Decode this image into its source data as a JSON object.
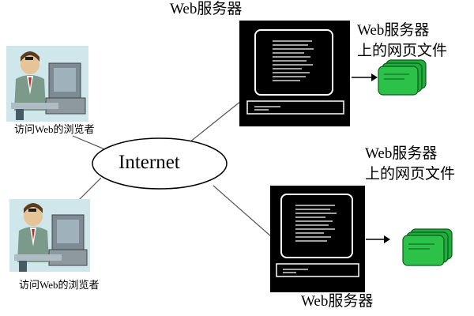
{
  "labels": {
    "server_top": "Web服务器",
    "server_top_files": [
      "Web服务器",
      "上的网页文件"
    ],
    "server_bottom_files": [
      "Web服务器",
      "上的网页文件"
    ],
    "server_bottom": "Web服务器",
    "browser_user_top": "访问Web的浏览者",
    "browser_user_bottom": "访问Web的浏览者",
    "internet": "Internet"
  },
  "colors": {
    "computer_body": "#000000",
    "screen_glow": "#ffffff",
    "file_fill": "#1fae3b",
    "file_border": "#0b5a1c",
    "arrow": "#000000",
    "connector": "#555555"
  },
  "icons": {
    "server": "computer-monitor-icon",
    "files": "web-page-files-icon",
    "user": "person-at-computer-icon"
  }
}
